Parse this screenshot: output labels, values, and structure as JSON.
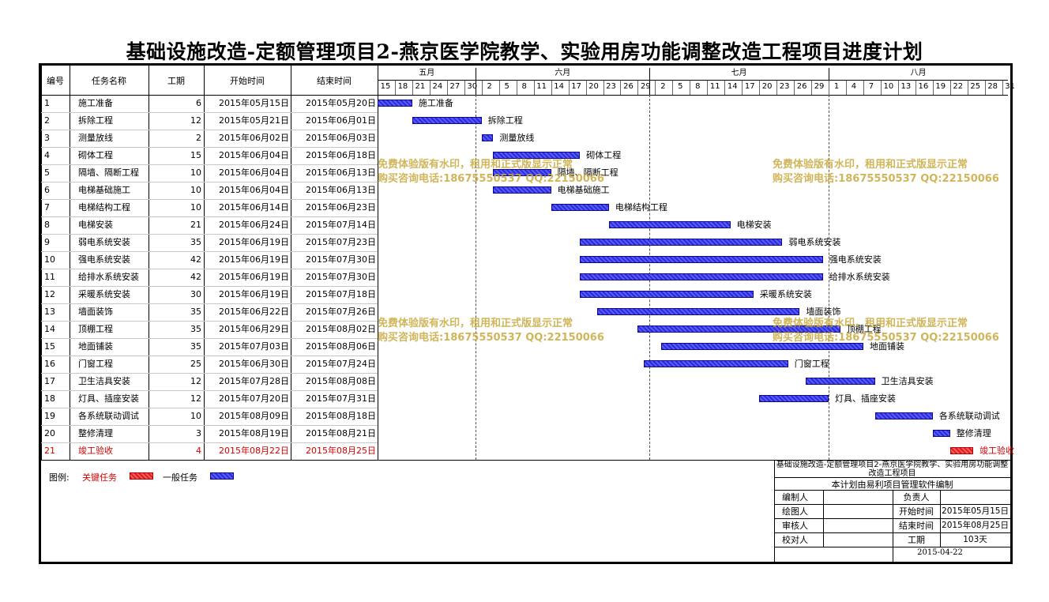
{
  "title": "基础设施改造-定额管理项目2-燕京医学院教学、实验用房功能调整改造工程项目进度计划",
  "columns": {
    "id": "编号",
    "name": "任务名称",
    "duration": "工期",
    "start": "开始时间",
    "end": "结束时间"
  },
  "months": [
    "五月",
    "六月",
    "七月",
    "八月"
  ],
  "days": [
    "15",
    "18",
    "21",
    "24",
    "27",
    "30",
    "2",
    "5",
    "8",
    "11",
    "14",
    "17",
    "20",
    "23",
    "26",
    "29",
    "2",
    "5",
    "8",
    "11",
    "14",
    "17",
    "20",
    "23",
    "26",
    "29",
    "1",
    "4",
    "7",
    "10",
    "13",
    "16",
    "19",
    "22",
    "25",
    "28",
    "31"
  ],
  "tasks": [
    {
      "id": "1",
      "name": "施工准备",
      "duration": "6",
      "start": "2015年05月15日",
      "end": "2015年05月20日",
      "s": 0,
      "e": 6,
      "critical": false
    },
    {
      "id": "2",
      "name": "拆除工程",
      "duration": "12",
      "start": "2015年05月21日",
      "end": "2015年06月01日",
      "s": 6,
      "e": 18,
      "critical": false
    },
    {
      "id": "3",
      "name": "测量放线",
      "duration": "2",
      "start": "2015年06月02日",
      "end": "2015年06月03日",
      "s": 18,
      "e": 20,
      "critical": false
    },
    {
      "id": "4",
      "name": "砌体工程",
      "duration": "15",
      "start": "2015年06月04日",
      "end": "2015年06月18日",
      "s": 20,
      "e": 35,
      "critical": false
    },
    {
      "id": "5",
      "name": "隔墙、隔断工程",
      "duration": "10",
      "start": "2015年06月04日",
      "end": "2015年06月13日",
      "s": 20,
      "e": 30,
      "critical": false
    },
    {
      "id": "6",
      "name": "电梯基础施工",
      "duration": "10",
      "start": "2015年06月04日",
      "end": "2015年06月13日",
      "s": 20,
      "e": 30,
      "critical": false
    },
    {
      "id": "7",
      "name": "电梯结构工程",
      "duration": "10",
      "start": "2015年06月14日",
      "end": "2015年06月23日",
      "s": 30,
      "e": 40,
      "critical": false
    },
    {
      "id": "8",
      "name": "电梯安装",
      "duration": "21",
      "start": "2015年06月24日",
      "end": "2015年07月14日",
      "s": 40,
      "e": 61,
      "critical": false
    },
    {
      "id": "9",
      "name": "弱电系统安装",
      "duration": "35",
      "start": "2015年06月19日",
      "end": "2015年07月23日",
      "s": 35,
      "e": 70,
      "critical": false
    },
    {
      "id": "10",
      "name": "强电系统安装",
      "duration": "42",
      "start": "2015年06月19日",
      "end": "2015年07月30日",
      "s": 35,
      "e": 77,
      "critical": false
    },
    {
      "id": "11",
      "name": "给排水系统安装",
      "duration": "42",
      "start": "2015年06月19日",
      "end": "2015年07月30日",
      "s": 35,
      "e": 77,
      "critical": false
    },
    {
      "id": "12",
      "name": "采暖系统安装",
      "duration": "30",
      "start": "2015年06月19日",
      "end": "2015年07月18日",
      "s": 35,
      "e": 65,
      "critical": false
    },
    {
      "id": "13",
      "name": "墙面装饰",
      "duration": "35",
      "start": "2015年06月22日",
      "end": "2015年07月26日",
      "s": 38,
      "e": 73,
      "critical": false
    },
    {
      "id": "14",
      "name": "顶棚工程",
      "duration": "35",
      "start": "2015年06月29日",
      "end": "2015年08月02日",
      "s": 45,
      "e": 80,
      "critical": false
    },
    {
      "id": "15",
      "name": "地面铺装",
      "duration": "35",
      "start": "2015年07月03日",
      "end": "2015年08月06日",
      "s": 49,
      "e": 84,
      "critical": false
    },
    {
      "id": "16",
      "name": "门窗工程",
      "duration": "25",
      "start": "2015年06月30日",
      "end": "2015年07月24日",
      "s": 46,
      "e": 71,
      "critical": false
    },
    {
      "id": "17",
      "name": "卫生洁具安装",
      "duration": "12",
      "start": "2015年07月28日",
      "end": "2015年08月08日",
      "s": 74,
      "e": 86,
      "critical": false
    },
    {
      "id": "18",
      "name": "灯具、插座安装",
      "duration": "12",
      "start": "2015年07月20日",
      "end": "2015年07月31日",
      "s": 66,
      "e": 78,
      "critical": false
    },
    {
      "id": "19",
      "name": "各系统联动调试",
      "duration": "10",
      "start": "2015年08月09日",
      "end": "2015年08月18日",
      "s": 86,
      "e": 96,
      "critical": false
    },
    {
      "id": "20",
      "name": "整修清理",
      "duration": "3",
      "start": "2015年08月19日",
      "end": "2015年08月21日",
      "s": 96,
      "e": 99,
      "critical": false
    },
    {
      "id": "21",
      "name": "竣工验收",
      "duration": "4",
      "start": "2015年08月22日",
      "end": "2015年08月25日",
      "s": 99,
      "e": 103,
      "critical": true
    }
  ],
  "watermark": {
    "line1": "免费体验版有水印，租用和正式版显示正常",
    "line2": "购买咨询电话:18675550537 QQ:22150066"
  },
  "legend": {
    "label": "图例:",
    "critical": "关键任务",
    "normal": "一般任务"
  },
  "footer": {
    "project": "基础设施改造-定额管理项目2-燕京医学院教学、实验用房功能调整改造工程项目",
    "software": "本计划由易利项目管理软件编制",
    "editor": "编制人",
    "owner": "负责人",
    "drawer": "绘图人",
    "start_label": "开始时间",
    "start_value": "2015年05月15日",
    "reviewer": "审核人",
    "end_label": "结束时间",
    "end_value": "2015年08月25日",
    "checker": "校对人",
    "duration_label": "工期",
    "duration_value": "103天",
    "date": "2015-04-22"
  },
  "colors": {
    "normal": "#3a3ae8",
    "critical": "#e03030",
    "watermark": "#c8a83c"
  }
}
